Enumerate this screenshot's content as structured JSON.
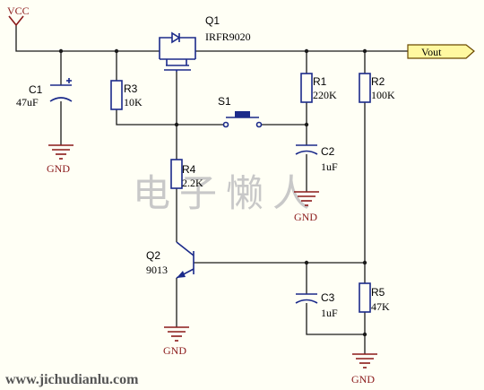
{
  "watermark": "电子懒人",
  "website": "www.jichudianlu.com",
  "net_labels": {
    "vcc": "VCC",
    "vout": "Vout"
  },
  "ground_label": "GND",
  "components": {
    "c1": {
      "ref": "C1",
      "value": "47uF"
    },
    "r3": {
      "ref": "R3",
      "value": "10K"
    },
    "q1": {
      "ref": "Q1",
      "value": "IRFR9020"
    },
    "s1": {
      "ref": "S1"
    },
    "r1": {
      "ref": "R1",
      "value": "220K"
    },
    "r2": {
      "ref": "R2",
      "value": "100K"
    },
    "c2": {
      "ref": "C2",
      "value": "1uF"
    },
    "r4": {
      "ref": "R4",
      "value": "2.2K"
    },
    "q2": {
      "ref": "Q2",
      "value": "9013"
    },
    "c3": {
      "ref": "C3",
      "value": "1uF"
    },
    "r5": {
      "ref": "R5",
      "value": "47K"
    }
  },
  "colors": {
    "wire": "#1a1a1a",
    "component": "#1b2a8a",
    "ground": "#8b1a1a",
    "port_fill": "#fff8a0"
  }
}
